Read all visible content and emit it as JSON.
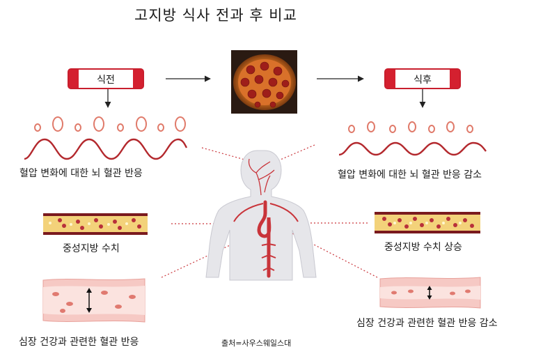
{
  "title": "고지방 식사 전과 후 비교",
  "before": {
    "badge": "식전",
    "vessel_response": "혈압 변화에 대한 뇌 혈관 반응",
    "triglyceride": "중성지방 수치",
    "heart_vessel": "심장 건강과 관련한 혈관 반응"
  },
  "after": {
    "badge": "식후",
    "vessel_response": "혈압 변화에 대한 뇌 혈관 반응 감소",
    "triglyceride": "중성지방 수치 상승",
    "heart_vessel": "심장 건강과 관련한 혈관 반응 감소"
  },
  "credit": "출처=사우스웨일스대",
  "colors": {
    "accent_red": "#c81e2d",
    "ring": "#e07a6a",
    "wave": "#b3282d",
    "artery": "#c9343a",
    "fat": "#f3d27a",
    "vessel_pink": "#f6c9c4"
  },
  "icons": {
    "pizza": "pizza-image",
    "human": "human-anatomy-figure"
  }
}
